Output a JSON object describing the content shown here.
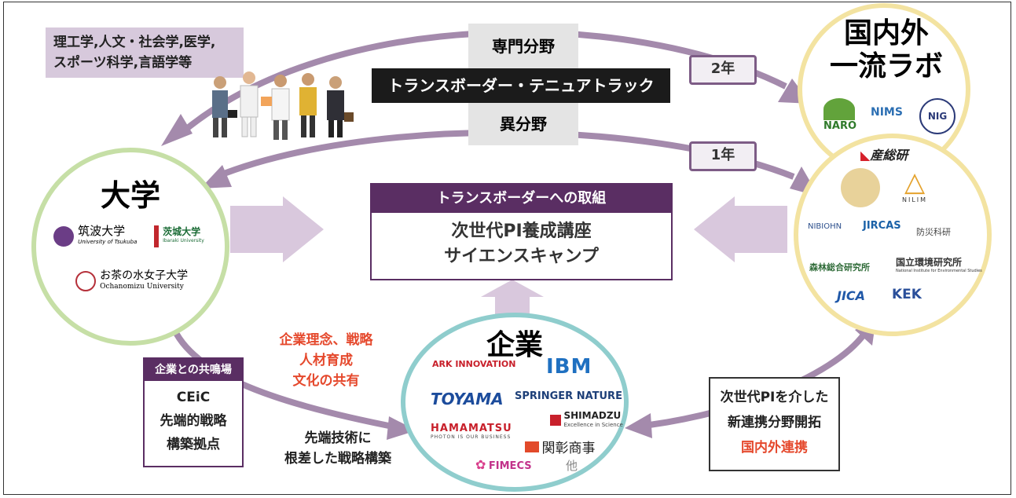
{
  "top_left_fields": [
    "理工学,人文・社会学,医学,",
    "スポーツ科学,言語学等"
  ],
  "center_top": {
    "specialty": "専門分野",
    "tenure_track": "トランスボーダー・テニュアトラック",
    "different_field": "異分野"
  },
  "durations": {
    "two_year": "2年",
    "one_year": "1年"
  },
  "university": {
    "title": "大学",
    "logos": [
      {
        "main": "筑波大学",
        "sub": "University of Tsukuba"
      },
      {
        "main": "茨城大学",
        "sub": "Ibaraki University"
      },
      {
        "main": "お茶の水女子大学",
        "sub": "Ochanomizu University"
      }
    ]
  },
  "labs": {
    "title_line1": "国内外",
    "title_line2": "一流ラボ",
    "logos": [
      "NARO",
      "NIMS",
      "NIG",
      "産総研",
      "NILIM",
      "NIBIOHN",
      "JIRCAS",
      "防災科研",
      "森林総合研究所",
      "国立環境研究所",
      "National Institute for Environmental Studies",
      "JICA",
      "KEK"
    ]
  },
  "program": {
    "header": "トランスボーダーへの取組",
    "line1": "次世代PI養成講座",
    "line2": "サイエンスキャンプ"
  },
  "company": {
    "title": "企業",
    "logos": [
      {
        "name": "ARK INNOVATION"
      },
      {
        "name": "IBM"
      },
      {
        "name": "TOYAMA"
      },
      {
        "name": "SPRINGER NATURE"
      },
      {
        "name": "SHIMADZU",
        "sub": "Excellence in Science"
      },
      {
        "name": "HAMAMATSU",
        "sub": "PHOTON IS OUR BUSINESS"
      },
      {
        "name": "関彰商事"
      },
      {
        "name": "FIMECS"
      },
      {
        "name": "他"
      }
    ]
  },
  "corporate_values": [
    "企業理念、戦略",
    "人材育成",
    "文化の共有"
  ],
  "resonance": {
    "header": "企業との共鳴場",
    "lines": [
      "CEiC",
      "先端的戦略",
      "構築拠点"
    ]
  },
  "advanced_strategy": [
    "先端技術に",
    "根差した戦略構築"
  ],
  "collaboration": {
    "lines": [
      "次世代PIを介した",
      "新連携分野開拓"
    ],
    "highlight": "国内外連携"
  },
  "colors": {
    "purple_arrow": "#a48aac",
    "green_ring": "#c6dfa6",
    "yellow_ring": "#f3e3a1",
    "teal_ring": "#8fcdcd",
    "program_header": "#5a2e63",
    "red_text": "#e5492d"
  }
}
